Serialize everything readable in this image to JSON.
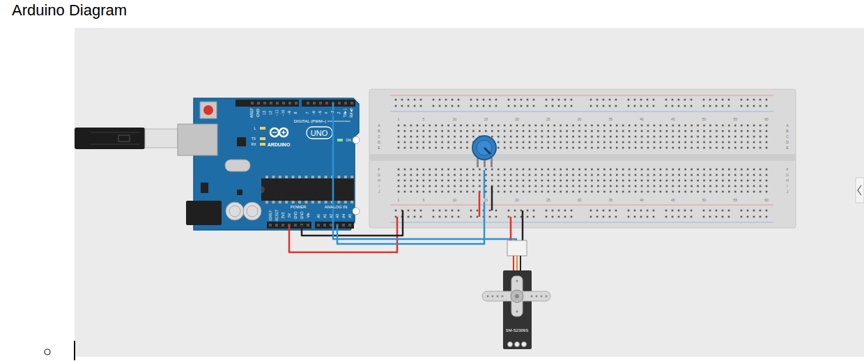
{
  "diagram": {
    "title": "Arduino Diagram",
    "labels": [
      "AREF",
      "GND",
      "13",
      "12",
      "~11",
      "~10",
      "~9",
      "8",
      "7",
      "~6",
      "~5",
      "4",
      "~3",
      "2",
      "TX▸1",
      "RX◂0",
      "DIGITAL (PWM~)",
      "L",
      "TX",
      "RX",
      "UNO",
      "ARDUINO",
      "ON",
      "POWER",
      "ANALOG IN",
      "IOREF",
      "RESET",
      "3V3",
      "5V",
      "GND",
      "GND",
      "Vin",
      "A0",
      "A1",
      "A2",
      "A3",
      "A4",
      "A5",
      "SM-S2309S",
      "1",
      "5",
      "10",
      "15",
      "20",
      "25",
      "30",
      "35",
      "40",
      "45",
      "50",
      "55",
      "60",
      "1",
      "5",
      "10",
      "15",
      "20",
      "25",
      "30",
      "35",
      "40",
      "45",
      "50",
      "55",
      "60",
      "A",
      "B",
      "C",
      "D",
      "E",
      "A",
      "B",
      "C",
      "D",
      "E",
      "F",
      "G",
      "H",
      "I",
      "J",
      "F",
      "G",
      "H",
      "I",
      "J"
    ]
  }
}
